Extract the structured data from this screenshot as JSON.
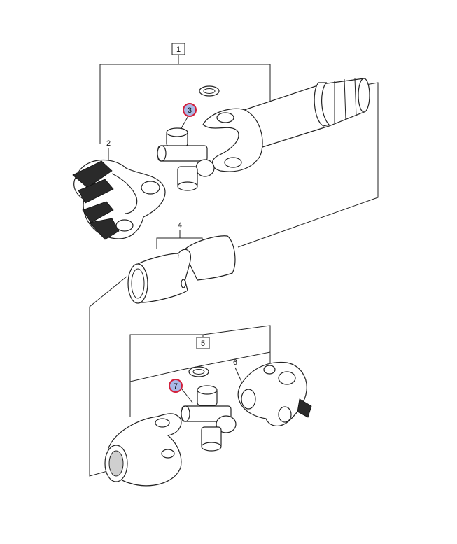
{
  "callouts": {
    "c1": "1",
    "c2": "2",
    "c3": "3",
    "c4": "4",
    "c5": "5",
    "c6": "6",
    "c7": "7"
  },
  "colors": {
    "hotspot_fill": "#a9b8e6",
    "hotspot_ring": "#d3203b",
    "line": "#222222"
  }
}
